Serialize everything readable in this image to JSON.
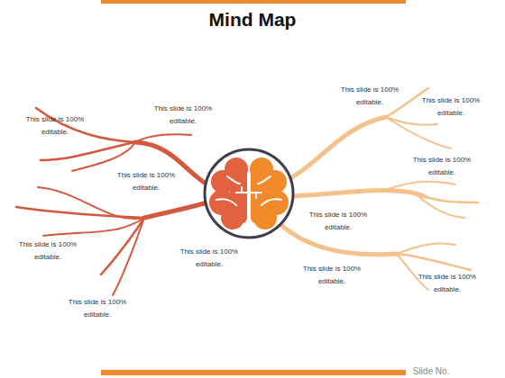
{
  "diagram": {
    "title": "Mind Map",
    "labels": [
      "This slide is 100% editable.",
      "This slide is 100% editable.",
      "This slide is 100% editable.",
      "This slide is 100% editable.",
      "This slide is 100% editable.",
      "This slide is 100% editable.",
      "This slide is 100% editable.",
      "This slide is 100% editable.",
      "This slide is 100% editable.",
      "This slide is 100% editable.",
      "This slide is 100% editable.",
      "This slide is 100% editable.",
      "Slide No."
    ]
  }
}
